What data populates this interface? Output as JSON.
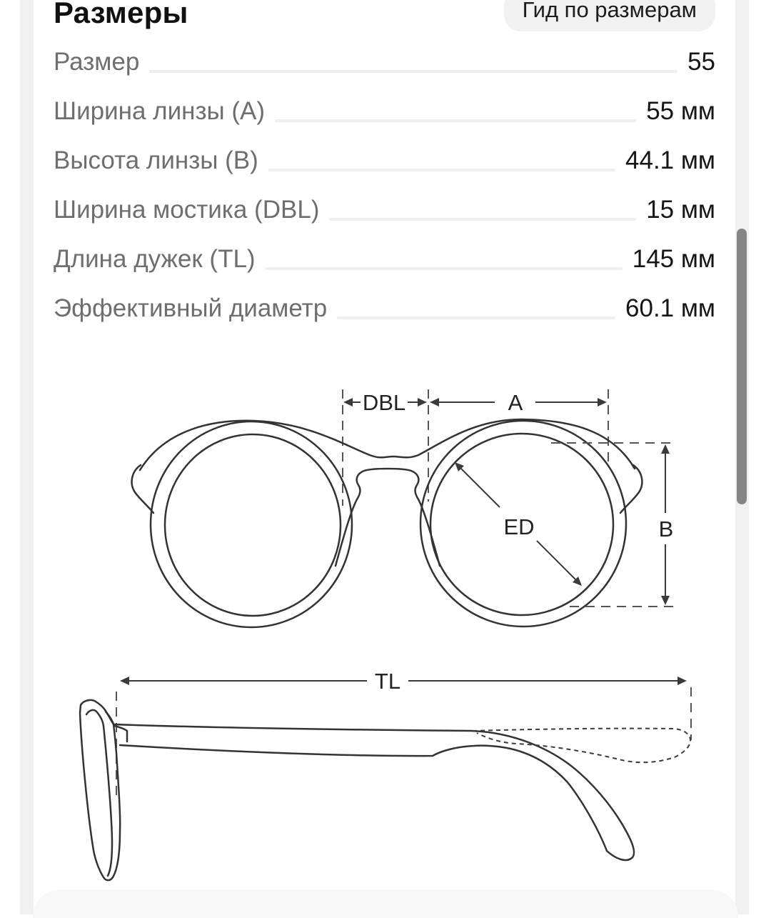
{
  "page": {
    "title": "Размеры"
  },
  "size_guide_button": {
    "label": "Гид по размерам"
  },
  "rows": [
    {
      "label": "Размер",
      "value": "55"
    },
    {
      "label": "Ширина линзы (А)",
      "value": "55 мм"
    },
    {
      "label": "Высота линзы (B)",
      "value": "44.1 мм"
    },
    {
      "label": "Ширина мостика (DBL)",
      "value": "15 мм"
    },
    {
      "label": "Длина дужек (TL)",
      "value": "145 мм"
    },
    {
      "label": "Эффективный диаметр",
      "value": "60.1 мм"
    }
  ],
  "diagram": {
    "labels": {
      "bridge_width": "DBL",
      "lens_width": "A",
      "effective_diameter": "ED",
      "lens_height": "B",
      "temple_length": "TL"
    }
  },
  "colors": {
    "accent_gray": "#f1f1f2",
    "leader": "#efefef",
    "label_gray": "#6e6e6e",
    "text_black": "#151515",
    "sketch_line": "#333333",
    "scrollbar": "#858585"
  }
}
